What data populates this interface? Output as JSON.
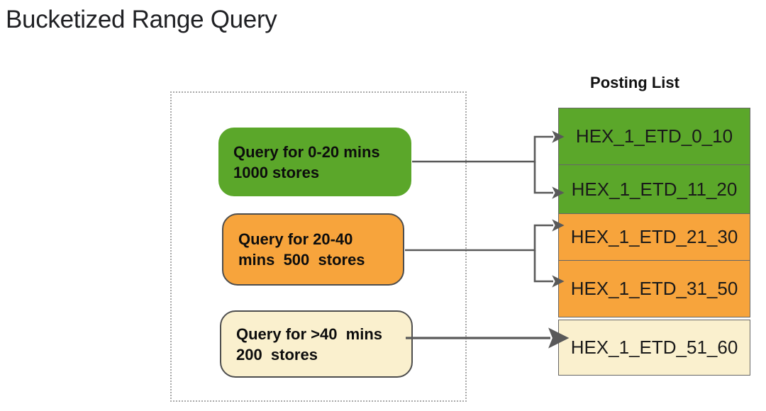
{
  "title": "Bucketized Range Query",
  "colors": {
    "green": "#5ba72a",
    "orange": "#f7a43c",
    "cream": "#faf0ce",
    "arrow": "#595959"
  },
  "queries": [
    {
      "line1": "Query for 0-20 mins",
      "line2": "1000 stores",
      "color": "green"
    },
    {
      "line1": "Query for 20-40",
      "line2": "mins  500  stores",
      "color": "orange"
    },
    {
      "line1": "Query for >40  mins",
      "line2": "200  stores",
      "color": "cream"
    }
  ],
  "posting_list": {
    "header": "Posting List",
    "items": [
      {
        "label": "HEX_1_ETD_0_10",
        "color": "green"
      },
      {
        "label": "HEX_1_ETD_11_20",
        "color": "green"
      },
      {
        "label": "HEX_1_ETD_21_30",
        "color": "orange"
      },
      {
        "label": "HEX_1_ETD_31_50",
        "color": "orange"
      },
      {
        "label": "HEX_1_ETD_51_60",
        "color": "cream"
      }
    ]
  }
}
